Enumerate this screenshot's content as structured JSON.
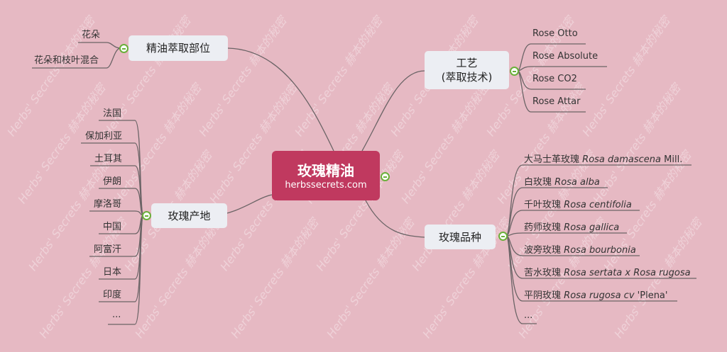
{
  "watermark": "Herbs' Secrets 赫本的秘密",
  "center": {
    "title": "玫瑰精油",
    "subtitle": "herbssecrets.com"
  },
  "branches": {
    "craft": {
      "label_line1": "工艺",
      "label_line2": "(萃取技术)",
      "leaves": [
        "Rose Otto",
        "Rose Absolute",
        "Rose CO2",
        "Rose Attar"
      ]
    },
    "varieties": {
      "label": "玫瑰品种",
      "leaves": [
        {
          "cn": "大马士革玫瑰",
          "latin": "Rosa damascena",
          "suffix": "Mill."
        },
        {
          "cn": "白玫瑰",
          "latin": "Rosa alba",
          "suffix": ""
        },
        {
          "cn": "千叶玫瑰",
          "latin": "Rosa centifolia",
          "suffix": ""
        },
        {
          "cn": "药师玫瑰",
          "latin": "Rosa gallica",
          "suffix": ""
        },
        {
          "cn": "波旁玫瑰",
          "latin": "Rosa bourbonia",
          "suffix": ""
        },
        {
          "cn": "苦水玫瑰",
          "latin": "Rosa sertata x Rosa rugosa",
          "suffix": ""
        },
        {
          "cn": "平阴玫瑰",
          "latin": "Rosa rugosa cv",
          "suffix": "'Plena'"
        },
        {
          "cn": "...",
          "latin": "",
          "suffix": ""
        }
      ]
    },
    "parts": {
      "label": "精油萃取部位",
      "leaves": [
        "花朵",
        "花朵和枝叶混合"
      ]
    },
    "origins": {
      "label": "玫瑰产地",
      "leaves": [
        "法国",
        "保加利亚",
        "土耳其",
        "伊朗",
        "摩洛哥",
        "中国",
        "阿富汗",
        "日本",
        "印度",
        "..."
      ]
    }
  },
  "colors": {
    "background": "#e6b9c3",
    "center": "#c0395f",
    "node": "#eceef3",
    "line": "#6b6466",
    "collapse": "#6ab03a"
  }
}
